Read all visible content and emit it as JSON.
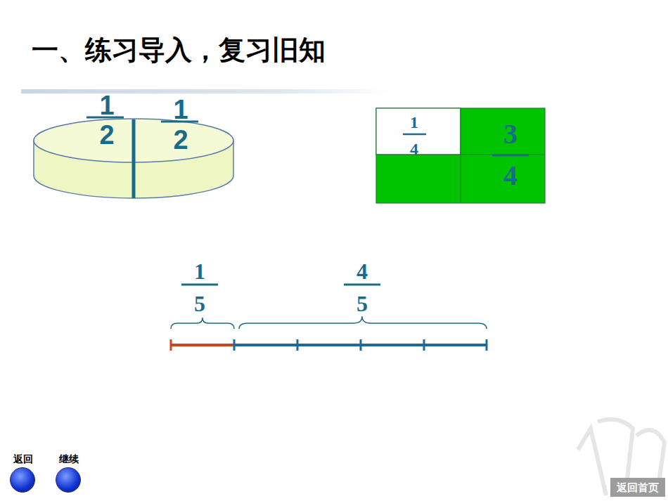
{
  "diagram": {
    "title": "一、练习导入，复习旧知",
    "nodes": [
      {
        "text": [
          "1",
          "4"
        ]
      },
      {
        "text": [
          "返回"
        ]
      },
      {
        "text": [
          "继续"
        ]
      },
      {
        "text": [
          "返回首页"
        ]
      }
    ],
    "labels": [
      "1",
      "2",
      "1",
      "2",
      "3",
      "4",
      "1",
      "5",
      "4",
      "5"
    ]
  }
}
